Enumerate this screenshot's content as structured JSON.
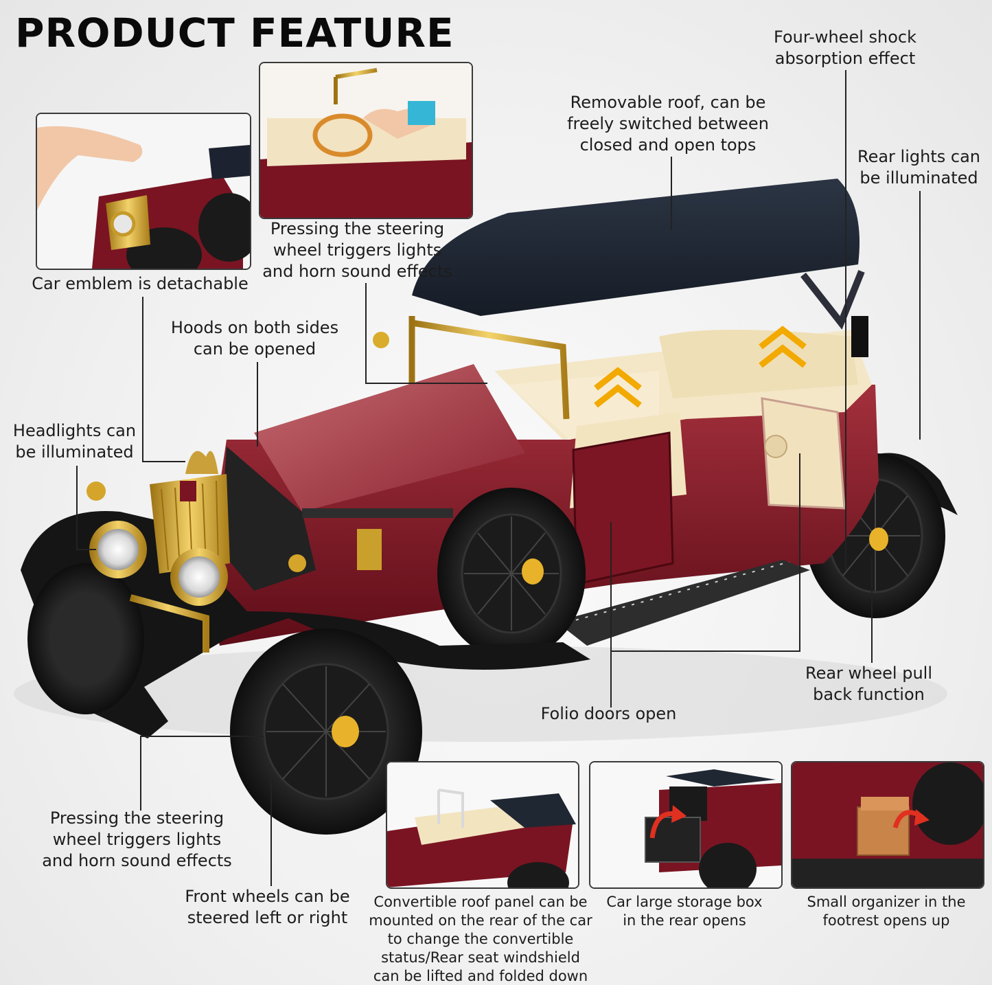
{
  "title": "PRODUCT FEATURE",
  "labels": {
    "shock": [
      "Four-wheel shock",
      "absorption effect"
    ],
    "roof": [
      "Removable roof, can be",
      "freely switched between",
      "closed and open tops"
    ],
    "rear_lights": [
      "Rear lights can",
      "be illuminated"
    ],
    "emblem": "Car emblem is detachable",
    "steering_top": [
      "Pressing the steering",
      "wheel triggers lights",
      "and horn sound effects"
    ],
    "hoods": [
      "Hoods on both sides",
      "can be opened"
    ],
    "headlights": [
      "Headlights can",
      "be illuminated"
    ],
    "rear_wheel": [
      "Rear wheel pull",
      "back function"
    ],
    "folio": "Folio doors open",
    "steering_bottom": [
      "Pressing the steering",
      "wheel triggers lights",
      "and horn sound effects"
    ],
    "front_wheels": [
      "Front wheels can be",
      "steered left or right"
    ],
    "convertible": [
      "Convertible roof panel can be",
      "mounted on the rear of the car",
      "to change the convertible",
      "status/Rear seat windshield",
      "can be lifted and folded down"
    ],
    "storage": [
      "Car large storage box",
      "in the rear opens"
    ],
    "organizer": [
      "Small organizer in the",
      "footrest opens up"
    ]
  },
  "colors": {
    "body": "#7a1422",
    "gold": "#d4a52a",
    "roof": "#1f2733",
    "interior": "#f3e6c8",
    "arrow": "#f2a900"
  }
}
